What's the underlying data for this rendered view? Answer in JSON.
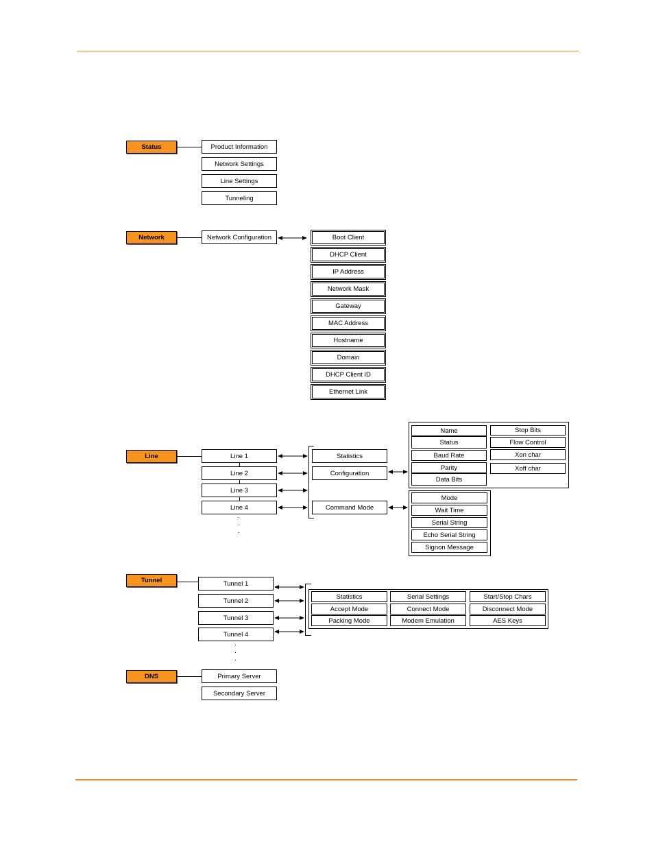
{
  "colors": {
    "accent": "#f7941d",
    "rule": "#f28c28"
  },
  "status": {
    "label": "Status",
    "items": [
      "Product Information",
      "Network Settings",
      "Line Settings",
      "Tunneling"
    ]
  },
  "network": {
    "label": "Network",
    "config": "Network Configuration",
    "items": [
      "Boot Client",
      "DHCP Client",
      "IP Address",
      "Network Mask",
      "Gateway",
      "MAC Address",
      "Hostname",
      "Domain",
      "DHCP Client ID",
      "Ethernet Link"
    ]
  },
  "line": {
    "label": "Line",
    "lines": [
      "Line 1",
      "Line 2",
      "Line 3",
      "Line 4"
    ],
    "subs": [
      "Statistics",
      "Configuration",
      "Command Mode"
    ],
    "config_left": [
      "Name",
      "Status",
      "Baud Rate",
      "Parity",
      "Data Bits"
    ],
    "config_right": [
      "Stop Bits",
      "Flow Control",
      "Xon char",
      "Xoff char"
    ],
    "command_items": [
      "Mode",
      "Wait Time",
      "Serial String",
      "Echo Serial String",
      "Signon Message"
    ]
  },
  "tunnel": {
    "label": "Tunnel",
    "tunnels": [
      "Tunnel 1",
      "Tunnel 2",
      "Tunnel 3",
      "Tunnel 4"
    ],
    "grid": [
      [
        "Statistics",
        "Serial Settings",
        "Start/Stop Chars"
      ],
      [
        "Accept Mode",
        "Connect Mode",
        "Disconnect Mode"
      ],
      [
        "Packing Mode",
        "Modem Emulation",
        "AES Keys"
      ]
    ]
  },
  "dns": {
    "label": "DNS",
    "items": [
      "Primary Server",
      "Secondary Server"
    ]
  }
}
